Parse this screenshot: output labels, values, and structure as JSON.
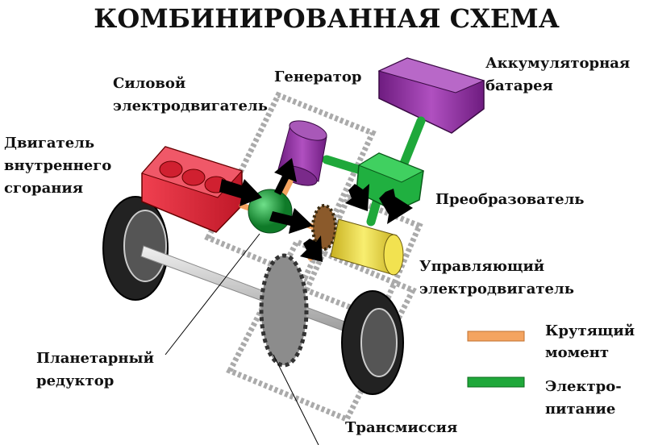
{
  "title": "КОМБИНИРОВАННАЯ СХЕМА",
  "labels": {
    "power_motor": [
      "Силовой",
      "электродвигатель"
    ],
    "generator": [
      "Генератор"
    ],
    "battery": [
      "Аккумуляторная",
      "батарея"
    ],
    "ice": [
      "Двигатель",
      "внутреннего",
      "сгорания"
    ],
    "converter": [
      "Преобразователь"
    ],
    "control_motor": [
      "Управляющий",
      "электродвигатель"
    ],
    "planetary": [
      "Планетарный",
      "редуктор"
    ],
    "transmission": [
      "Трансмиссия"
    ]
  },
  "legend": [
    {
      "label": [
        "Крутящий",
        "момент"
      ],
      "color": "#f4a460"
    },
    {
      "label": [
        "Электро-",
        "питание"
      ],
      "color": "#1fa83a"
    }
  ],
  "colors": {
    "battery": "#8b2a9b",
    "ice": "#e8313f",
    "sphere": "#1fae3c",
    "yellow": "#ead93a",
    "gear": "#8b5a2b"
  }
}
